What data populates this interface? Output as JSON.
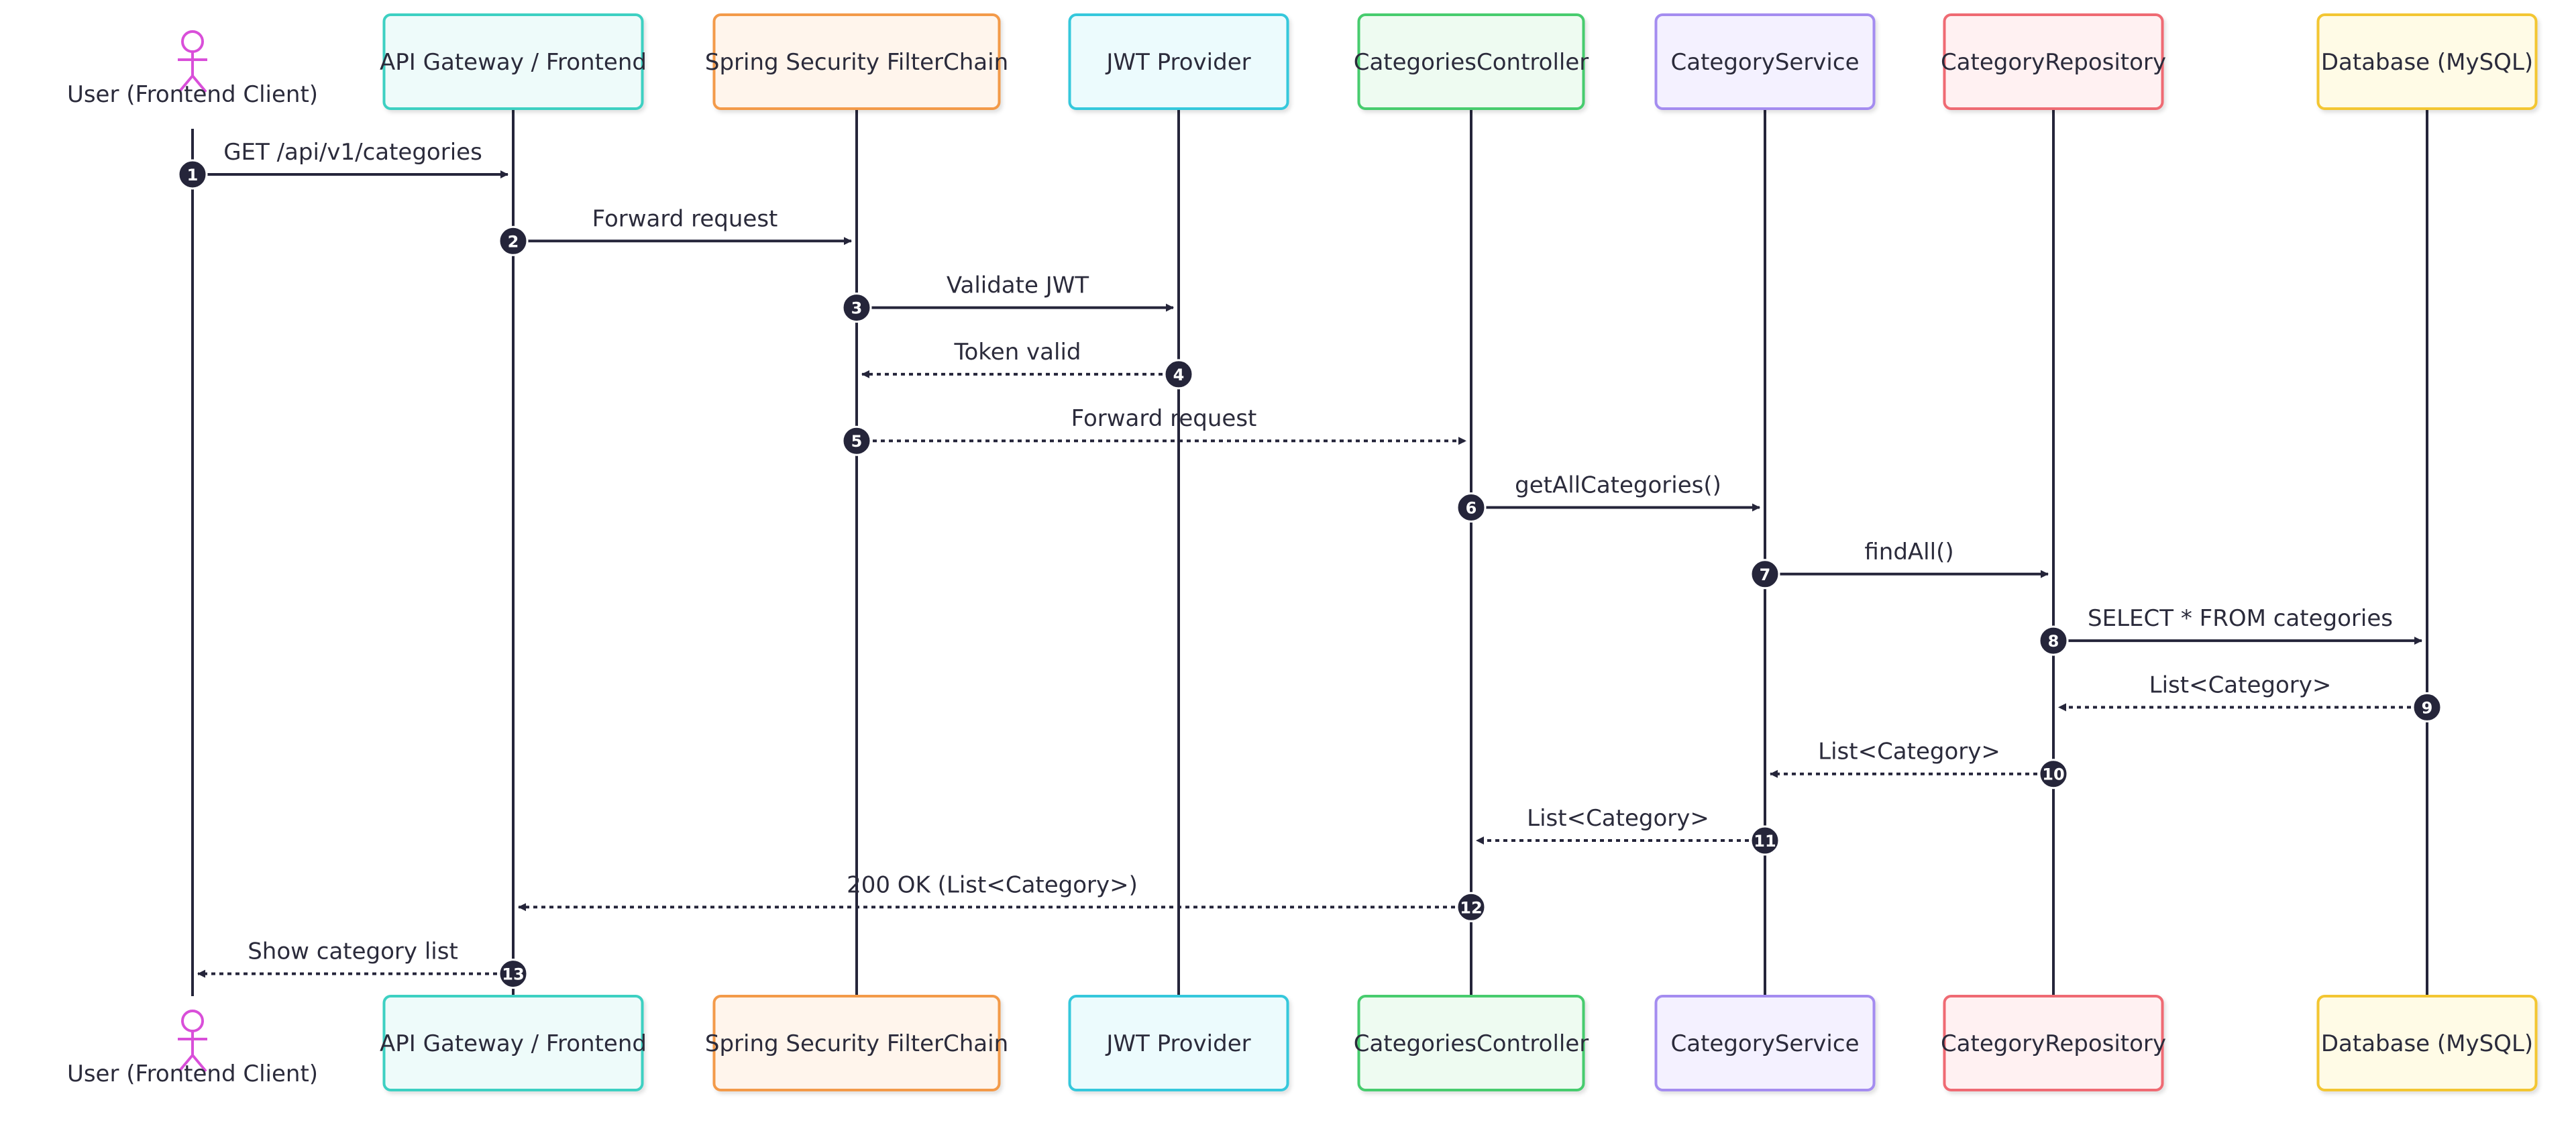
{
  "participants": [
    {
      "label": "User (Frontend Client)",
      "kind": "actor",
      "color": "#d94fd9"
    },
    {
      "label": "API Gateway / Frontend",
      "kind": "box",
      "fill": "#eefbfa",
      "stroke": "#3dd0c2"
    },
    {
      "label": "Spring Security FilterChain",
      "kind": "box",
      "fill": "#fff5ec",
      "stroke": "#f39a4a"
    },
    {
      "label": "JWT Provider",
      "kind": "box",
      "fill": "#ecfbfd",
      "stroke": "#34c8dc"
    },
    {
      "label": "CategoriesController",
      "kind": "box",
      "fill": "#eefbf1",
      "stroke": "#47cc6e"
    },
    {
      "label": "CategoryService",
      "kind": "box",
      "fill": "#f4f1ff",
      "stroke": "#a48cf0"
    },
    {
      "label": "CategoryRepository",
      "kind": "box",
      "fill": "#fff1f2",
      "stroke": "#ef6b73"
    },
    {
      "label": "Database (MySQL)",
      "kind": "box",
      "fill": "#fffbe6",
      "stroke": "#f3c630"
    }
  ],
  "messages": [
    {
      "n": "1",
      "from": 0,
      "to": 1,
      "label": "GET /api/v1/categories",
      "dashed": false
    },
    {
      "n": "2",
      "from": 1,
      "to": 2,
      "label": "Forward request",
      "dashed": false
    },
    {
      "n": "3",
      "from": 2,
      "to": 3,
      "label": "Validate JWT",
      "dashed": false
    },
    {
      "n": "4",
      "from": 3,
      "to": 2,
      "label": "Token valid",
      "dashed": true
    },
    {
      "n": "5",
      "from": 2,
      "to": 4,
      "label": "Forward request",
      "dashed": true
    },
    {
      "n": "6",
      "from": 4,
      "to": 5,
      "label": "getAllCategories()",
      "dashed": false
    },
    {
      "n": "7",
      "from": 5,
      "to": 6,
      "label": "findAll()",
      "dashed": false
    },
    {
      "n": "8",
      "from": 6,
      "to": 7,
      "label": "SELECT * FROM categories",
      "dashed": false
    },
    {
      "n": "9",
      "from": 7,
      "to": 6,
      "label": "List<Category>",
      "dashed": true
    },
    {
      "n": "10",
      "from": 6,
      "to": 5,
      "label": "List<Category>",
      "dashed": true
    },
    {
      "n": "11",
      "from": 5,
      "to": 4,
      "label": "List<Category>",
      "dashed": true
    },
    {
      "n": "12",
      "from": 4,
      "to": 1,
      "label": "200 OK (List<Category>)",
      "dashed": true
    },
    {
      "n": "13",
      "from": 1,
      "to": 0,
      "label": "Show category list",
      "dashed": true
    }
  ],
  "colors": {
    "line": "#25253a",
    "badge": "#25253a",
    "text": "#2b2b3b"
  }
}
